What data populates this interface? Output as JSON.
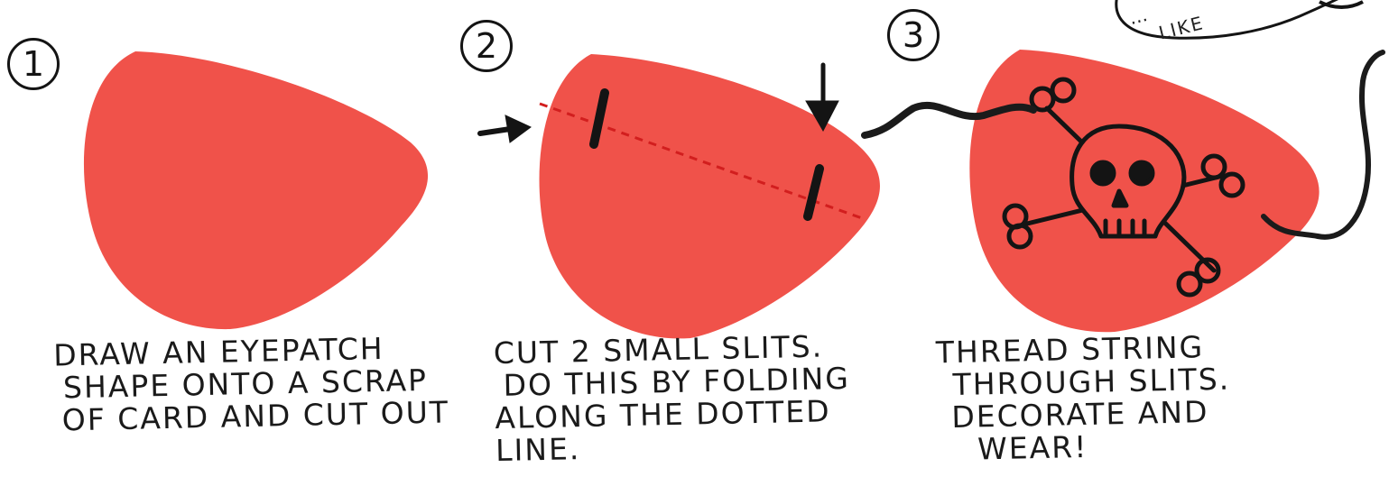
{
  "colors": {
    "patch": "#F0524A",
    "ink": "#141414",
    "dotted_line": "#D21E1E",
    "string": "#1b1b1b"
  },
  "steps": [
    {
      "number": "1",
      "caption_lines": [
        "DRAW AN EYEPATCH",
        "SHAPE ONTO A SCRAP",
        "OF CARD AND CUT OUT"
      ]
    },
    {
      "number": "2",
      "caption_lines": [
        "CUT 2 SMALL SLITS.",
        "DO THIS BY FOLDING",
        "ALONG THE DOTTED",
        "LINE."
      ]
    },
    {
      "number": "3",
      "caption_lines": [
        "THREAD STRING",
        "THROUGH SLITS.",
        "DECORATE AND",
        "WEAR!"
      ]
    }
  ],
  "speech_bubble": {
    "lines": [
      "…",
      "LIKE"
    ]
  },
  "icons": [
    "arrow-right-icon",
    "arrow-down-icon",
    "skull-crossbones-icon"
  ]
}
